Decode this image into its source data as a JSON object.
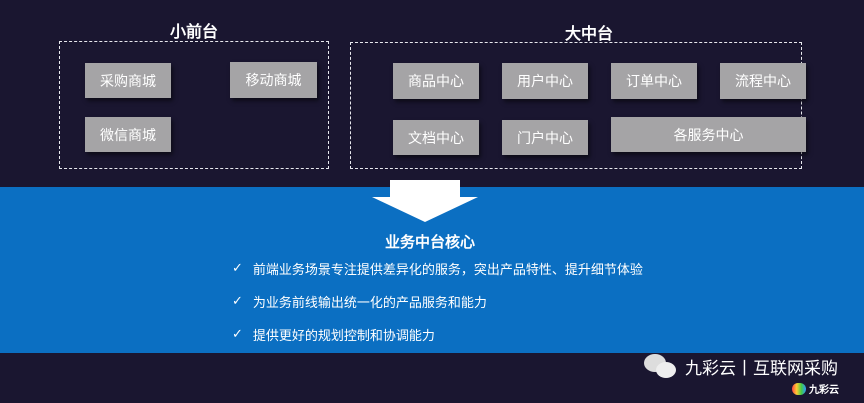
{
  "front": {
    "title": "小前台",
    "items": [
      "采购商城",
      "移动商城",
      "微信商城"
    ]
  },
  "middle": {
    "title": "大中台",
    "items": [
      "商品中心",
      "用户中心",
      "订单中心",
      "流程中心",
      "文档中心",
      "门户中心",
      "各服务中心"
    ]
  },
  "core": {
    "title": "业务中台核心",
    "check": "✓",
    "points": [
      "前端业务场景专注提供差异化的服务，突出产品特性、提升细节体验",
      "为业务前线输出统一化的产品服务和能力",
      "提供更好的规划控制和协调能力"
    ]
  },
  "watermark": {
    "text": "九彩云丨互联网采购",
    "logo": "九彩云"
  }
}
